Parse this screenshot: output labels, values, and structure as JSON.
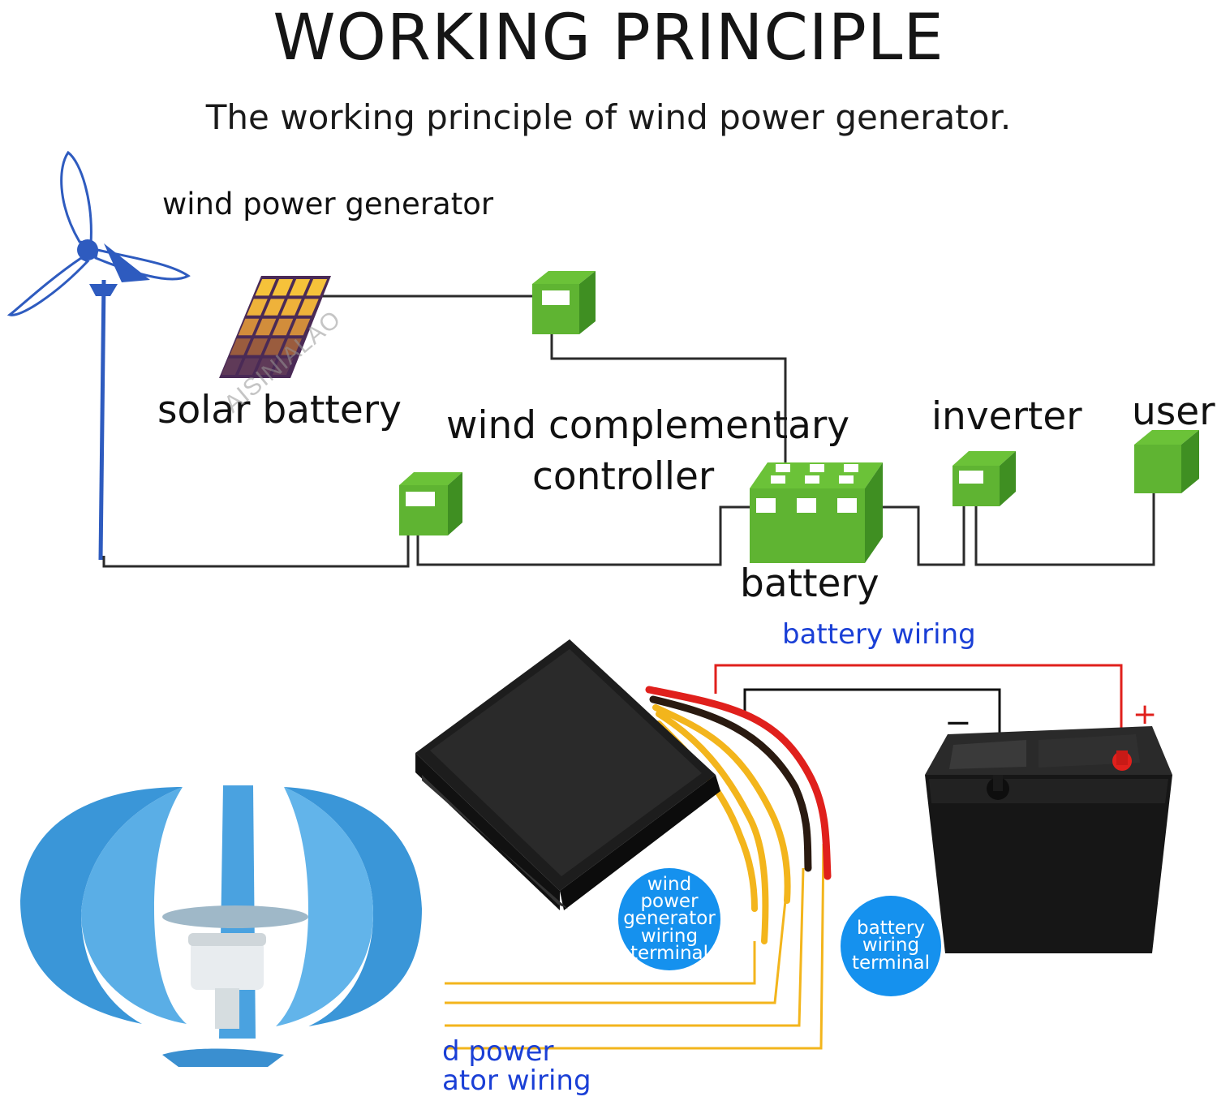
{
  "header": {
    "title": "WORKING PRINCIPLE",
    "subtitle": "The working principle of wind power generator."
  },
  "diagram": {
    "labels": {
      "wind_generator": "wind power generator",
      "solar_battery": "solar battery",
      "controller_line1": "wind complementary",
      "controller_line2": "controller",
      "inverter": "inverter",
      "user": "user",
      "battery": "battery"
    },
    "watermark": "AISINIALAO"
  },
  "wiring": {
    "battery_wiring": "battery wiring",
    "generator_wiring_line1": "d power",
    "generator_wiring_line2": "ator wiring",
    "minus": "−",
    "plus": "+",
    "terminal_wind_line1": "wind",
    "terminal_wind_line2": "power",
    "terminal_wind_line3": "generator",
    "terminal_wind_line4": "wiring",
    "terminal_wind_line5": "terminal",
    "terminal_battery_line1": "battery",
    "terminal_battery_line2": "wiring",
    "terminal_battery_line3": "terminal"
  },
  "colors": {
    "box_green": "#5fb432",
    "turbine_blue": "#2e74c9",
    "wire_red": "#e0201c",
    "wire_yellow": "#f3b51c",
    "label_blue": "#1a3fd6",
    "circle_blue": "#1591ee"
  }
}
